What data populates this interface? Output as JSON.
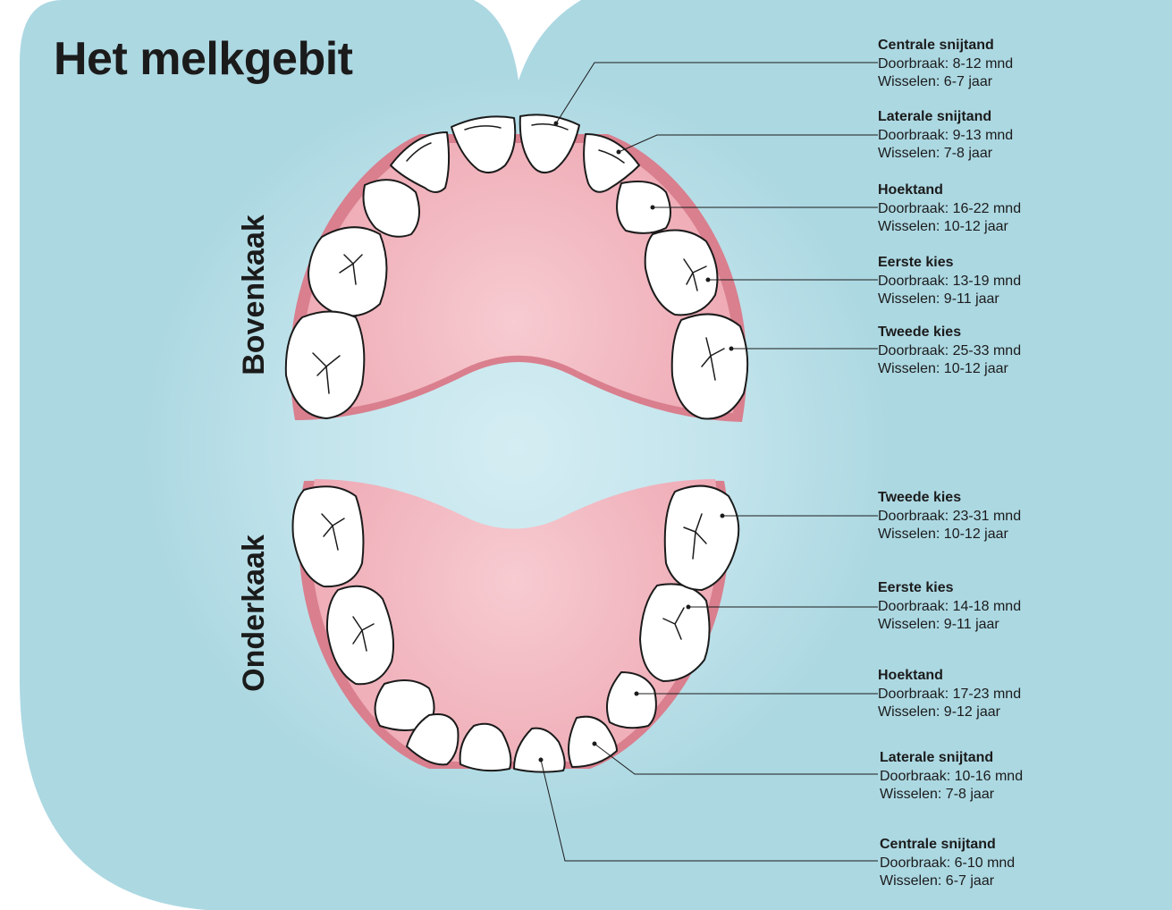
{
  "title": "Het melkgebit",
  "jaws": {
    "upper": "Bovenkaak",
    "lower": "Onderkaak"
  },
  "upper_teeth": [
    {
      "name": "Centrale snijtand",
      "eruption": "Doorbraak: 8-12 mnd",
      "shedding": "Wisselen: 6-7 jaar"
    },
    {
      "name": "Laterale snijtand",
      "eruption": "Doorbraak: 9-13 mnd",
      "shedding": "Wisselen: 7-8 jaar"
    },
    {
      "name": "Hoektand",
      "eruption": "Doorbraak: 16-22 mnd",
      "shedding": "Wisselen: 10-12 jaar"
    },
    {
      "name": "Eerste kies",
      "eruption": "Doorbraak: 13-19 mnd",
      "shedding": "Wisselen: 9-11 jaar"
    },
    {
      "name": "Tweede kies",
      "eruption": "Doorbraak: 25-33 mnd",
      "shedding": "Wisselen: 10-12 jaar"
    }
  ],
  "lower_teeth": [
    {
      "name": "Tweede kies",
      "eruption": "Doorbraak: 23-31 mnd",
      "shedding": "Wisselen: 10-12 jaar"
    },
    {
      "name": "Eerste kies",
      "eruption": "Doorbraak: 14-18 mnd",
      "shedding": "Wisselen: 9-11 jaar"
    },
    {
      "name": "Hoektand",
      "eruption": "Doorbraak: 17-23 mnd",
      "shedding": "Wisselen: 9-12 jaar"
    },
    {
      "name": "Laterale snijtand",
      "eruption": "Doorbraak: 10-16 mnd",
      "shedding": "Wisselen: 7-8 jaar"
    },
    {
      "name": "Centrale snijtand",
      "eruption": "Doorbraak: 6-10 mnd",
      "shedding": "Wisselen: 6-7 jaar"
    }
  ],
  "colors": {
    "background": "#acd8e2",
    "background_glow": "#d4edf3",
    "gum": "#f4c5cc",
    "gum_edge": "#d97f8e",
    "tooth": "#ffffff",
    "outline": "#1b1b1b"
  }
}
